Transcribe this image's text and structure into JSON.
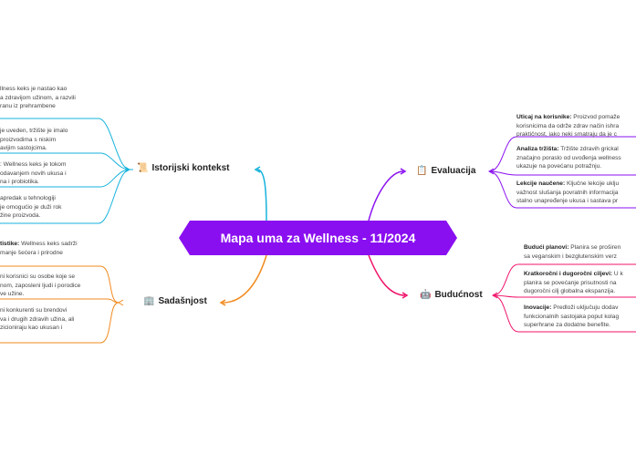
{
  "central": {
    "title": "Mapa uma za Wellness - 11/2024",
    "color": "#8a0ff0"
  },
  "branches": {
    "historical": {
      "label": "Istorijski kontekst",
      "icon": "scroll-icon",
      "glyph": "📜",
      "color": "#16b2dc",
      "leaves": [
        {
          "lines": [
            "llness keks je nastao kao",
            "a zdravijom užinom, a razvili",
            "ranu iz prehrambene"
          ]
        },
        {
          "lines": [
            " je uveden, tržište je imalo",
            "proizvodima s niskim",
            "avijim sastojcima."
          ]
        },
        {
          "lines": [
            ": Wellness keks je tokom",
            "odavanjem novih ukusa i",
            "na i probiotika."
          ]
        },
        {
          "lines": [
            "apredak u tehnologiji",
            "je omogućio je duži rok",
            "žine proizvoda."
          ]
        }
      ]
    },
    "present": {
      "label": "Sadašnjost",
      "icon": "building-icon",
      "glyph": "🏢",
      "color": "#f28a1e",
      "leaves": [
        {
          "bold": "tistike:",
          "lines": [
            " Wellness keks sadrži",
            " manje šećera i prirodne"
          ]
        },
        {
          "lines": [
            "ni korisnici su osobe koje se",
            "nom, zaposleni ljudi i porodice",
            "ve užine."
          ]
        },
        {
          "lines": [
            "ni konkurenti su brendovi",
            "va i drugih zdravih užina, ali",
            "zicioniraju kao ukusan i"
          ]
        }
      ]
    },
    "evaluation": {
      "label": "Evaluacija",
      "icon": "clipboard-icon",
      "glyph": "📋",
      "color": "#8a0ff0",
      "leaves": [
        {
          "bold": "Uticaj na korisnike:",
          "lines": [
            " Proizvod pomaže",
            "korisnicima da održe zdrav način ishra",
            "praktičnost, iako neki smatraju da je c"
          ]
        },
        {
          "bold": "Analiza tržišta:",
          "lines": [
            " Tržište zdravih grickal",
            "značajno poraslo od uvođenja wellness",
            "ukazuje na povećanu potražnju."
          ]
        },
        {
          "bold": "Lekcije naučene:",
          "lines": [
            " Ključne lekcije uklju",
            "važnost slušanja povratnih informacija",
            "stalno unapređenje ukusa i sastava pr"
          ]
        }
      ]
    },
    "future": {
      "label": "Budućnost",
      "icon": "robot-icon",
      "glyph": "🤖",
      "color": "#f0136a",
      "leaves": [
        {
          "bold": "Budući planovi:",
          "lines": [
            " Planira se proširen",
            "sa veganskim i bezglutenskim verz"
          ]
        },
        {
          "bold": "Kratkoročni i dugoročni ciljevi:",
          "lines": [
            " U k",
            "planira se povećanje prisutnosti na",
            "dugoročni cilj globalna ekspanzija."
          ]
        },
        {
          "bold": "Inovacije:",
          "lines": [
            " Predloži uključuju dodav",
            "funkcionalnih sastojaka poput kolag",
            "superhrane za dodatne benefite."
          ]
        }
      ]
    }
  }
}
